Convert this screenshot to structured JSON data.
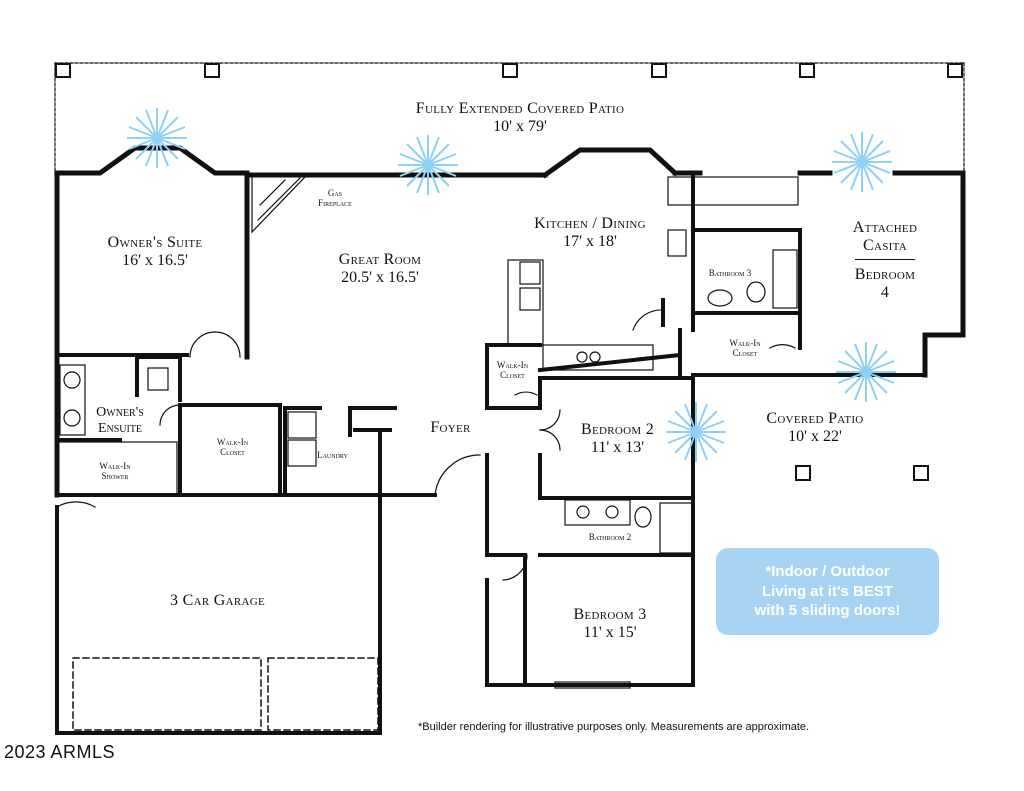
{
  "patio_main": {
    "name": "Fully Extended Covered Patio",
    "dim": "10' x 79'"
  },
  "gas_fireplace": {
    "line1": "Gas",
    "line2": "Fireplace"
  },
  "owners_suite": {
    "name": "Owner's Suite",
    "dim": "16' x 16.5'"
  },
  "great_room": {
    "name": "Great Room",
    "dim": "20.5' x 16.5'"
  },
  "kitchen": {
    "name": "Kitchen / Dining",
    "dim": "17' x 18'"
  },
  "casita": {
    "line1": "Attached",
    "line2": "Casita",
    "line3": "Bedroom",
    "line4": "4"
  },
  "bathroom3": "Bathroom 3",
  "casita_closet": {
    "line1": "Walk-In",
    "line2": "Closet"
  },
  "walkin_closet_small": {
    "line1": "Walk-In",
    "line2": "Closet"
  },
  "owners_ensuite": {
    "line1": "Owner's",
    "line2": "Ensuite"
  },
  "owners_closet": {
    "line1": "Walk-In",
    "line2": "Closet"
  },
  "walkin_shower": {
    "line1": "Walk-In",
    "line2": "Shower"
  },
  "laundry": "Laundry",
  "foyer": "Foyer",
  "bedroom2": {
    "name": "Bedroom 2",
    "dim": "11' x 13'"
  },
  "covered_patio": {
    "name": "Covered Patio",
    "dim": "10' x 22'"
  },
  "bathroom2": "Bathroom 2",
  "garage": "3 Car Garage",
  "bedroom3": {
    "name": "Bedroom 3",
    "dim": "11' x 15'"
  },
  "callout": {
    "line1": "*Indoor / Outdoor",
    "line2": "Living at it's BEST",
    "line3": "with 5 sliding doors!"
  },
  "disclaimer": "*Builder rendering for illustrative purposes only.  Measurements are approximate.",
  "copyright": "2023 ARMLS",
  "colors": {
    "wall": "#111111",
    "light_icon": "#8fd0f5",
    "callout_bg": "#a8d3f3"
  }
}
